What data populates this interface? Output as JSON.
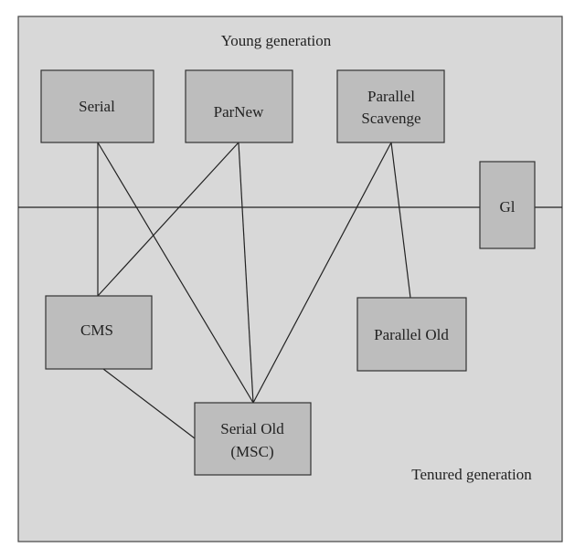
{
  "regions": {
    "young": "Young generation",
    "tenured": "Tenured generation"
  },
  "collectors": {
    "serial": [
      "Serial"
    ],
    "parnew": [
      "ParNew"
    ],
    "parallel_scavenge": [
      "Parallel",
      "Scavenge"
    ],
    "g1": [
      "Gl"
    ],
    "cms": [
      "CMS"
    ],
    "parallel_old": [
      "Parallel Old"
    ],
    "serial_old": [
      "Serial Old",
      "(MSC)"
    ]
  },
  "connections": [
    [
      "serial",
      "cms"
    ],
    [
      "serial",
      "serial_old"
    ],
    [
      "parnew",
      "cms"
    ],
    [
      "parnew",
      "serial_old"
    ],
    [
      "parallel_scavenge",
      "serial_old"
    ],
    [
      "parallel_scavenge",
      "parallel_old"
    ],
    [
      "cms",
      "serial_old"
    ]
  ],
  "colors": {
    "background": "#d8d8d8",
    "box_fill": "#bdbdbd",
    "line": "#222222"
  }
}
